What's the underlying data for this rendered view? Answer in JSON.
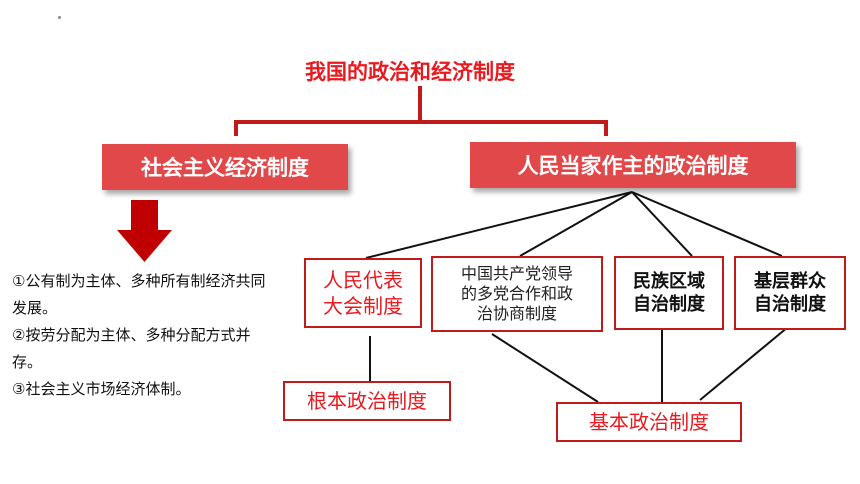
{
  "title": "我国的政治和经济制度",
  "economic": {
    "header": "社会主义经济制度",
    "items": [
      "①公有制为主体、多种所有制经济共同发展。",
      "②按劳分配为主体、多种分配方式并存。",
      "③社会主义市场经济体制。"
    ]
  },
  "political": {
    "header": "人民当家作主的政治制度",
    "boxes": {
      "npc": "人民代表\n大会制度",
      "cpc": "中国共产党领导\n的多党合作和政\n治协商制度",
      "ethnic": "民族区域\n自治制度",
      "grassroots": "基层群众\n自治制度"
    },
    "fundamental": "根本政治制度",
    "basic": "基本政治制度"
  },
  "colors": {
    "accent": "#e8191f",
    "banner": "#e0484a",
    "arrow": "#c00000",
    "bracket": "#c01a1a"
  }
}
